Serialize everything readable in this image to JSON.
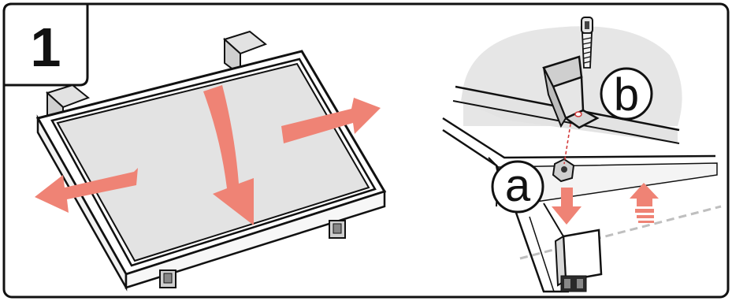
{
  "step": {
    "number": "1"
  },
  "callouts": {
    "a": "a",
    "b": "b"
  },
  "colors": {
    "arrow": "#ef8375",
    "panel_glass": "#e3e3e3",
    "rail": "#dcdcdc",
    "shadow": "#e6e6e6",
    "outline": "#111111",
    "guide_line": "#d33a3a",
    "dashed_axis": "#bfbfbf"
  },
  "icons": [
    "solar-panel",
    "mounting-rail",
    "end-clamp",
    "hex-bolt",
    "slot-nut",
    "rail-end-cap",
    "curved-down-arrow",
    "left-arrow",
    "right-arrow",
    "push-up-arrow",
    "down-arrow"
  ]
}
